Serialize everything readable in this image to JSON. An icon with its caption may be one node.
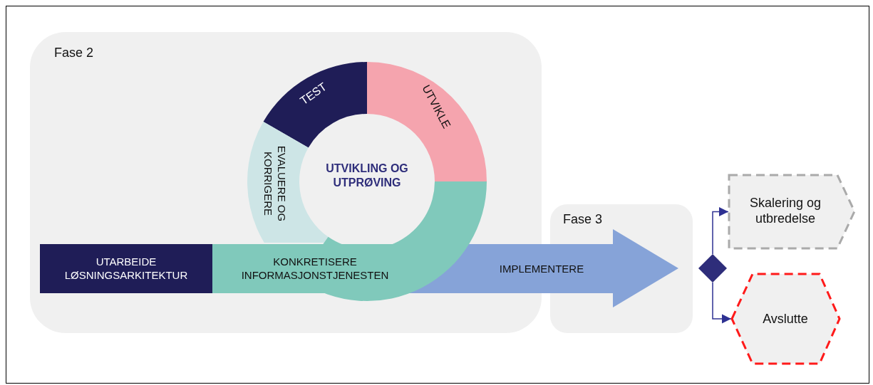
{
  "diagram": {
    "nodes": [
      {
        "text": [
          "Fase 2"
        ]
      },
      {
        "text": [
          "TEST"
        ],
        "in": 0
      },
      {
        "text": [
          "UTVIKLE"
        ],
        "in": 0
      },
      {
        "text": [
          "EVALUERE OG KORRIGERE"
        ],
        "in": 0
      },
      {
        "text": [
          "UTVIKLING OG UTPRØVING"
        ],
        "in": 0
      },
      {
        "text": [
          "UTARBEIDE LØSNINGSARKITEKTUR"
        ],
        "in": 0
      },
      {
        "text": [
          "KONKRETISERE INFORMASJONSTJENESTEN"
        ],
        "in": 0
      },
      {
        "text": [
          "Fase 3"
        ]
      },
      {
        "text": [
          "IMPLEMENTERE"
        ]
      },
      {
        "text": [],
        "shape": "diamond"
      },
      {
        "text": [
          "Skalering og utbredelse"
        ]
      },
      {
        "text": [
          "Avslutte"
        ]
      }
    ],
    "edges": [
      {
        "from": 9,
        "to": 10,
        "arrow": "to"
      },
      {
        "from": 9,
        "to": 11,
        "arrow": "to"
      }
    ]
  }
}
